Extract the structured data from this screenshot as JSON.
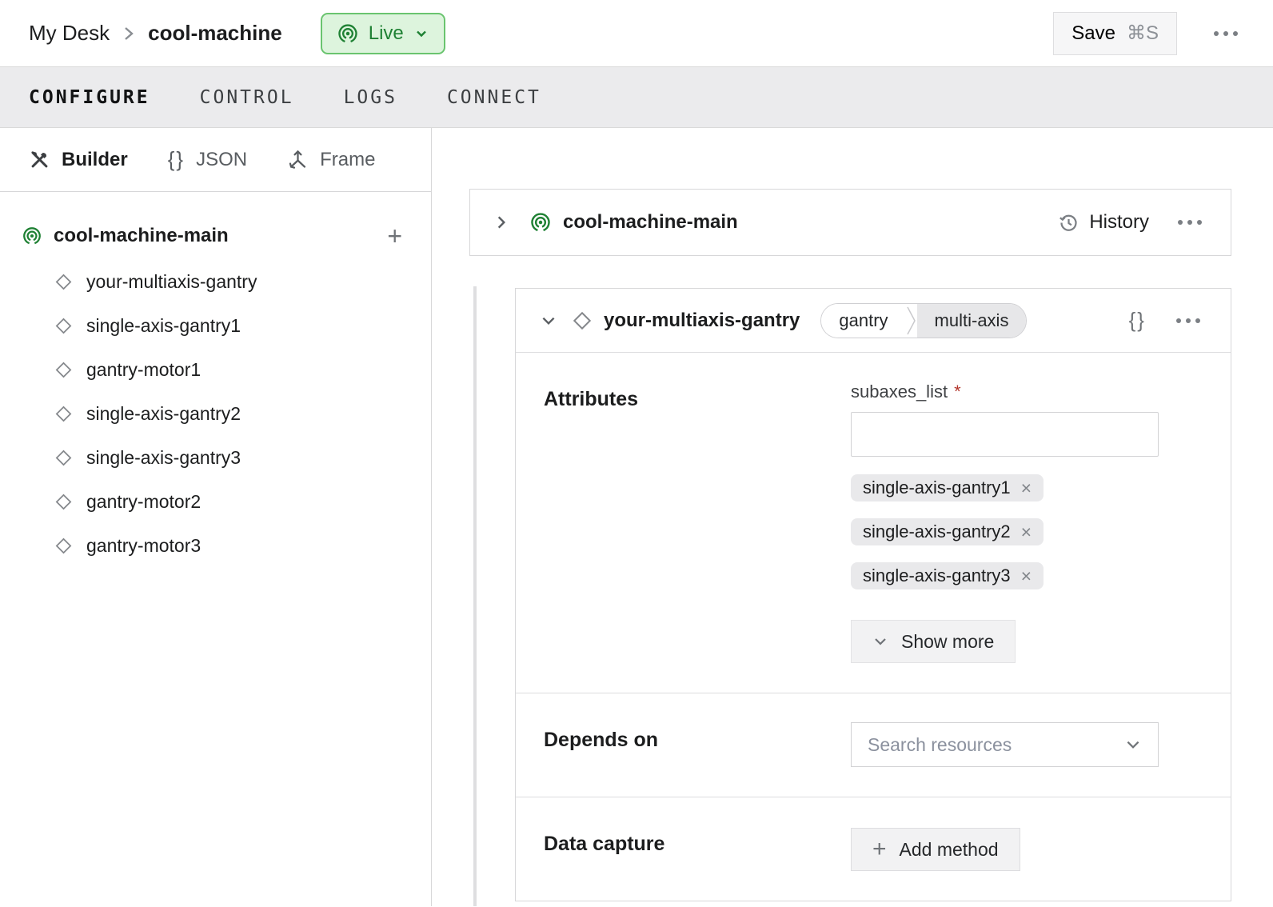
{
  "colors": {
    "accent-green": "#1f8134",
    "live-bg": "#ddf4dd",
    "live-border": "#6ac46f",
    "required-red": "#b3362d"
  },
  "topbar": {
    "breadcrumb": {
      "parent": "My Desk",
      "current": "cool-machine"
    },
    "status": {
      "label": "Live"
    },
    "save": {
      "label": "Save",
      "shortcut": "⌘S"
    }
  },
  "tabs": [
    {
      "label": "CONFIGURE"
    },
    {
      "label": "CONTROL"
    },
    {
      "label": "LOGS"
    },
    {
      "label": "CONNECT"
    }
  ],
  "sidebar": {
    "views": [
      {
        "label": "Builder"
      },
      {
        "label": "JSON"
      },
      {
        "label": "Frame"
      }
    ],
    "tree": {
      "root": {
        "label": "cool-machine-main",
        "add": "+"
      },
      "items": [
        "your-multiaxis-gantry",
        "single-axis-gantry1",
        "gantry-motor1",
        "single-axis-gantry2",
        "single-axis-gantry3",
        "gantry-motor2",
        "gantry-motor3"
      ]
    }
  },
  "main": {
    "part_card": {
      "title": "cool-machine-main",
      "history_label": "History"
    },
    "resource_card": {
      "title": "your-multiaxis-gantry",
      "tags": [
        "gantry",
        "multi-axis"
      ],
      "sections": {
        "attributes": {
          "heading": "Attributes",
          "field_label": "subaxes_list",
          "required_marker": "*",
          "chips": [
            "single-axis-gantry1",
            "single-axis-gantry2",
            "single-axis-gantry3"
          ],
          "chip_remove": "×",
          "show_more_label": "Show more"
        },
        "depends_on": {
          "heading": "Depends on",
          "placeholder": "Search resources"
        },
        "data_capture": {
          "heading": "Data capture",
          "add_method_label": "Add method",
          "plus": "+"
        }
      }
    }
  },
  "icons": {
    "braces": "{}"
  }
}
